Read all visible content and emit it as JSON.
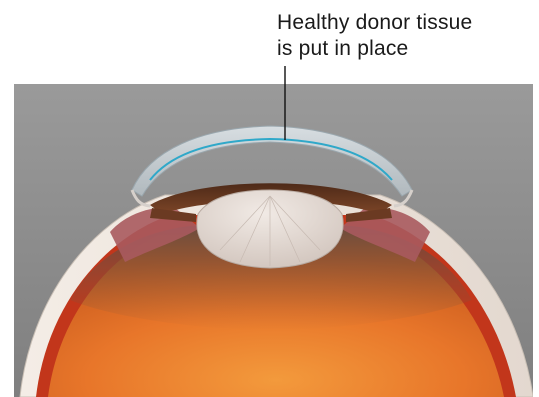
{
  "diagram": {
    "annotation": {
      "line1": "Healthy donor tissue",
      "line2": "is put in place"
    },
    "parts": [
      "donor-cornea-graft",
      "iris",
      "lens",
      "ciliary-body",
      "sclera",
      "vitreous-body",
      "retina"
    ],
    "colors": {
      "background": "#8e8e8e",
      "graft_outline": "#2fa8c9",
      "iris": "#6b3a22",
      "lens": "#d9cfc8",
      "sclera": "#efe7df",
      "vitreous": "#e8762a",
      "retina_edge": "#c2361b"
    }
  }
}
